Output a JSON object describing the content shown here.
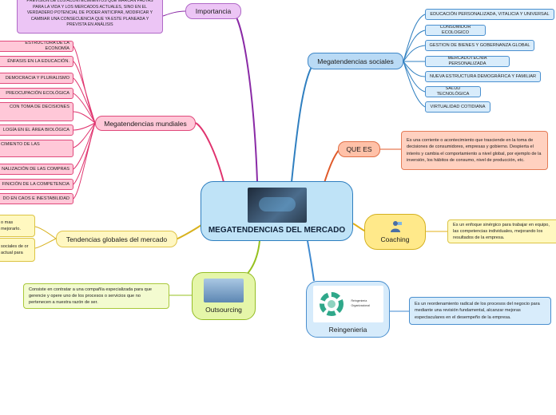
{
  "center": {
    "title": "MEGATENDENCIAS DEL MERCADO",
    "icon": "market-photo"
  },
  "importancia": {
    "label": "Importancia",
    "note": "PREVISIÓN DE LOS ACONTECIMIENTOS QUE MARCAN PAUTAS PARA LA VIDA Y LOS MERCADOS ACTUALES, SINO EN EL VERDADERO POTENCIAL DE PODER ANTICIPAR, MODIFICAR Y CAMBIAR UNA CONSECUENCIA QUE YA ESTE PLANEADA Y PREVISTA EN ANÁLISIS"
  },
  "mundiales": {
    "label": "Megatendencias mundiales",
    "items": [
      "ESTRUCTURA DE LA ECONOMÍA",
      "ÉNFASIS EN LA EDUCACIÓN.",
      "DEMOCRACIA Y PLURALISMO",
      "PREOCUPACIÓN ECOLÓGICA",
      "CON TOMA DE DECISIONES",
      "LOGÍA EN EL ÁREA BIOLÓGICA",
      "CIMIENTO DE LAS",
      "NALIZACIÓN DE LAS COMPRAS",
      "FINICIÓN DE LA COMPETENCIA",
      "DO EN CAOS E INESTABILIDAD"
    ]
  },
  "globales": {
    "label": "Tendencias globales del mercado",
    "notes": [
      "o mas mejorarlo.",
      "sociales de or actual para"
    ]
  },
  "outsourcing": {
    "label": "Outsourcing",
    "icon": "outsourcing-image",
    "note": "Consiste en contratar a una compañía especializada para que gerencie y opere uno de los procesos o servicios que no pertenecen a nuestra razón de ser."
  },
  "sociales": {
    "label": "Megatendencias sociales",
    "items": [
      "EDUCACIÓN PERSONALIZADA, VITALICIA Y UNIVERSAL",
      "CONSUMIDOR ECOLOGICO",
      "GESTION DE BIENES Y GOBERNANZA GLOBAL",
      "MERCADOTECNIA PERSONALIZADA",
      "NUEVA ESTRUCTURA DEMOGRÁFICA Y FAMILIAR",
      "SALUD TECNOLÓGICA",
      "VIRTUALIDAD COTIDIANA"
    ]
  },
  "quees": {
    "label": "QUE ES",
    "note": "Es una corriente o acontecimiento que trasciende en la toma de decisiones de consumidores, empresas y gobierno. Despierta el interés y cambia el comportamiento a nivel global, por ejemplo de la inversión, los hábitos de consumo, nivel de producción, etc."
  },
  "coaching": {
    "label": "Coaching",
    "icon": "coaching-person-icon",
    "note": "Es un enfoque sinérgico para trabajar en equipo, las competencias individuales, mejorando los resultados de la empresa."
  },
  "reingenieria": {
    "label": "Reingenieria",
    "icon": "reingenieria-cycle-image",
    "image_labels": [
      "Reingeniería",
      "Organizacional"
    ],
    "note": "Es un reordenamiento radical de los procesos del negocio para mediante una revisión fundamental, alcanzar mejoras espectaculares en el desempeño de la empresa."
  },
  "colors": {
    "importancia": "#8a2aa6",
    "mundiales": "#e0336e",
    "globales": "#d8b21f",
    "outsourcing": "#96c11f",
    "sociales": "#2f7fc0",
    "quees": "#e05a2a",
    "coaching": "#e3b117",
    "reingenieria": "#3f8ad0"
  }
}
